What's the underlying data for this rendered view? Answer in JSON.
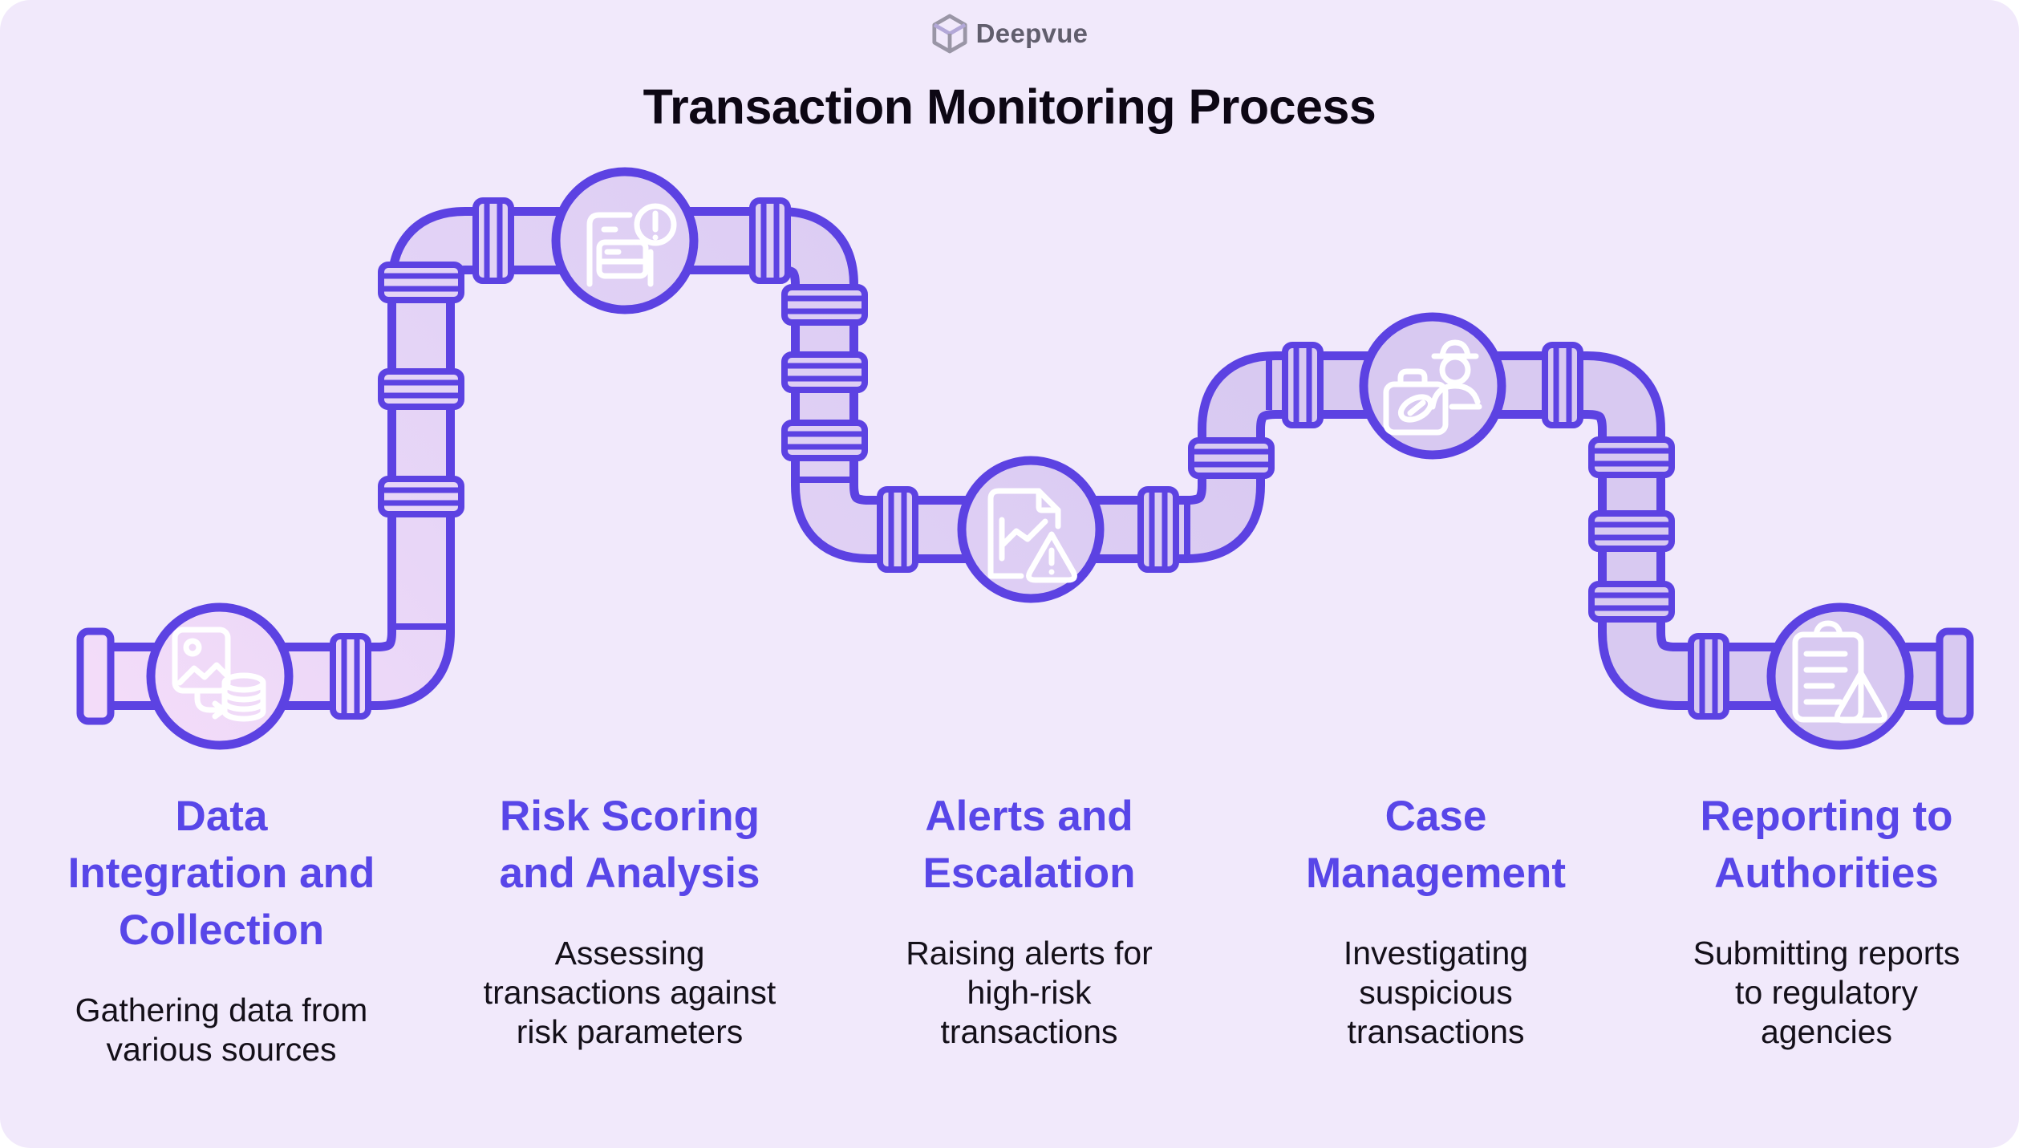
{
  "logo": {
    "text": "Deepvue",
    "icon": "deepvue-hexagon-logo-icon"
  },
  "title": "Transaction Monitoring Process",
  "colors": {
    "background": "#f1e9fb",
    "pipe_border": "#5c42e2",
    "pipe_fill_pink": "#f3dcf9",
    "pipe_fill_lavender": "#d8c9f1",
    "step_title": "#5846e8",
    "heading_text": "#0d0714",
    "body_text": "#141019",
    "icon_stroke": "#ffffff",
    "logo_text": "#615e6d"
  },
  "steps": [
    {
      "title": "Data\nIntegration and\nCollection",
      "description": "Gathering data from\nvarious sources",
      "icon": "data-transfer-icon"
    },
    {
      "title": "Risk Scoring\nand Analysis",
      "description": "Assessing\ntransactions against\nrisk parameters",
      "icon": "document-risk-icon"
    },
    {
      "title": "Alerts and\nEscalation",
      "description": "Raising alerts for\nhigh-risk\ntransactions",
      "icon": "chart-alert-icon"
    },
    {
      "title": "Case\nManagement",
      "description": "Investigating\nsuspicious\ntransactions",
      "icon": "investigator-case-icon"
    },
    {
      "title": "Reporting to\nAuthorities",
      "description": "Submitting reports\nto regulatory\nagencies",
      "icon": "report-warning-icon"
    }
  ]
}
